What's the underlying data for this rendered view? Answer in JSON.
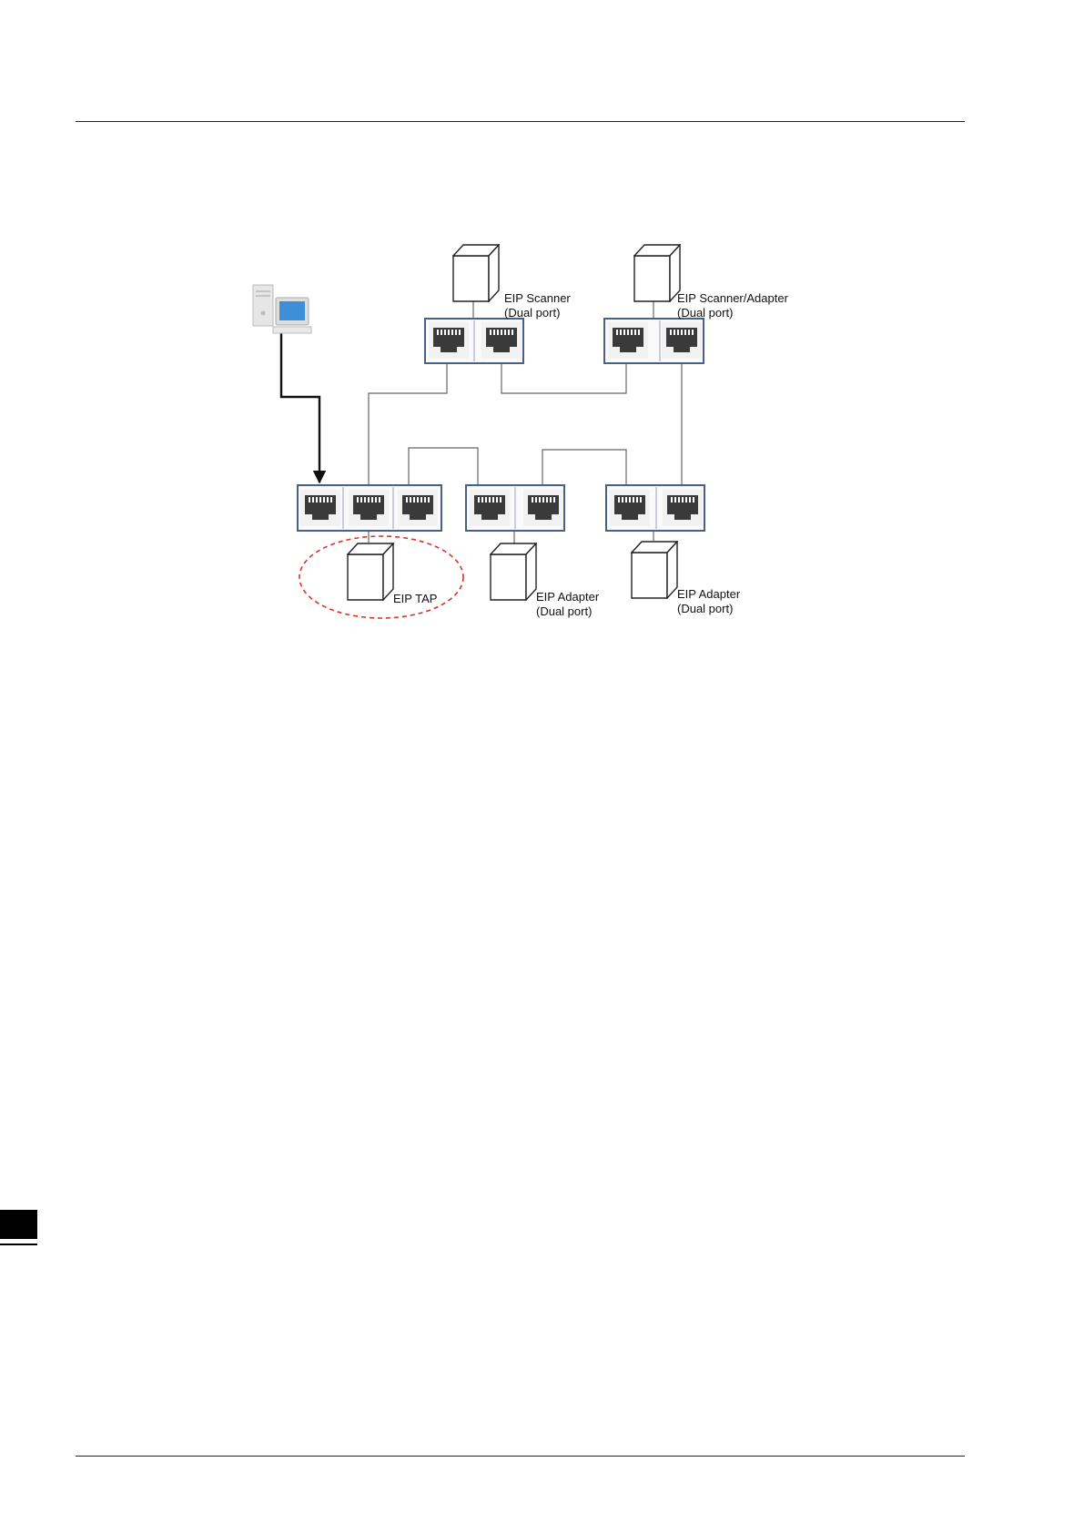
{
  "labels": {
    "scanner_name": "EIP Scanner",
    "scanner_port": "(Dual port)",
    "scanner_adapter_name": "EIP Scanner/Adapter",
    "scanner_adapter_port": "(Dual port)",
    "tap_name": "EIP TAP",
    "adapter1_name": "EIP Adapter",
    "adapter1_port": "(Dual port)",
    "adapter2_name": "EIP Adapter",
    "adapter2_port": "(Dual port)"
  },
  "colors": {
    "frame": "#4a5f86",
    "port_body": "#3a3a3a",
    "wire": "#666666",
    "highlight_ellipse": "#d9302a",
    "pc_screen": "#3d8fd8"
  },
  "icons": {
    "pc": "desktop-computer-icon",
    "port": "rj45-port-icon",
    "device": "device-box-icon"
  }
}
